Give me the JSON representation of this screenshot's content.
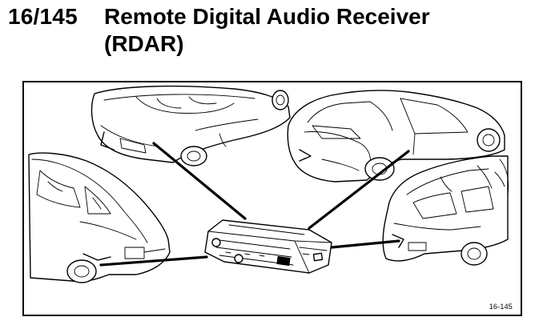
{
  "header": {
    "section_number": "16/145",
    "title_line_1": "Remote Digital Audio Receiver",
    "title_line_2": "(RDAR)"
  },
  "figure": {
    "code": "16-145",
    "components": {
      "receiver": "rdar-module-icon",
      "vehicles": [
        "convertible-car-icon",
        "hatchback-car-icon",
        "sedan-car-icon",
        "estate-car-icon"
      ]
    }
  },
  "colors": {
    "ink": "#000000",
    "paper": "#ffffff"
  }
}
